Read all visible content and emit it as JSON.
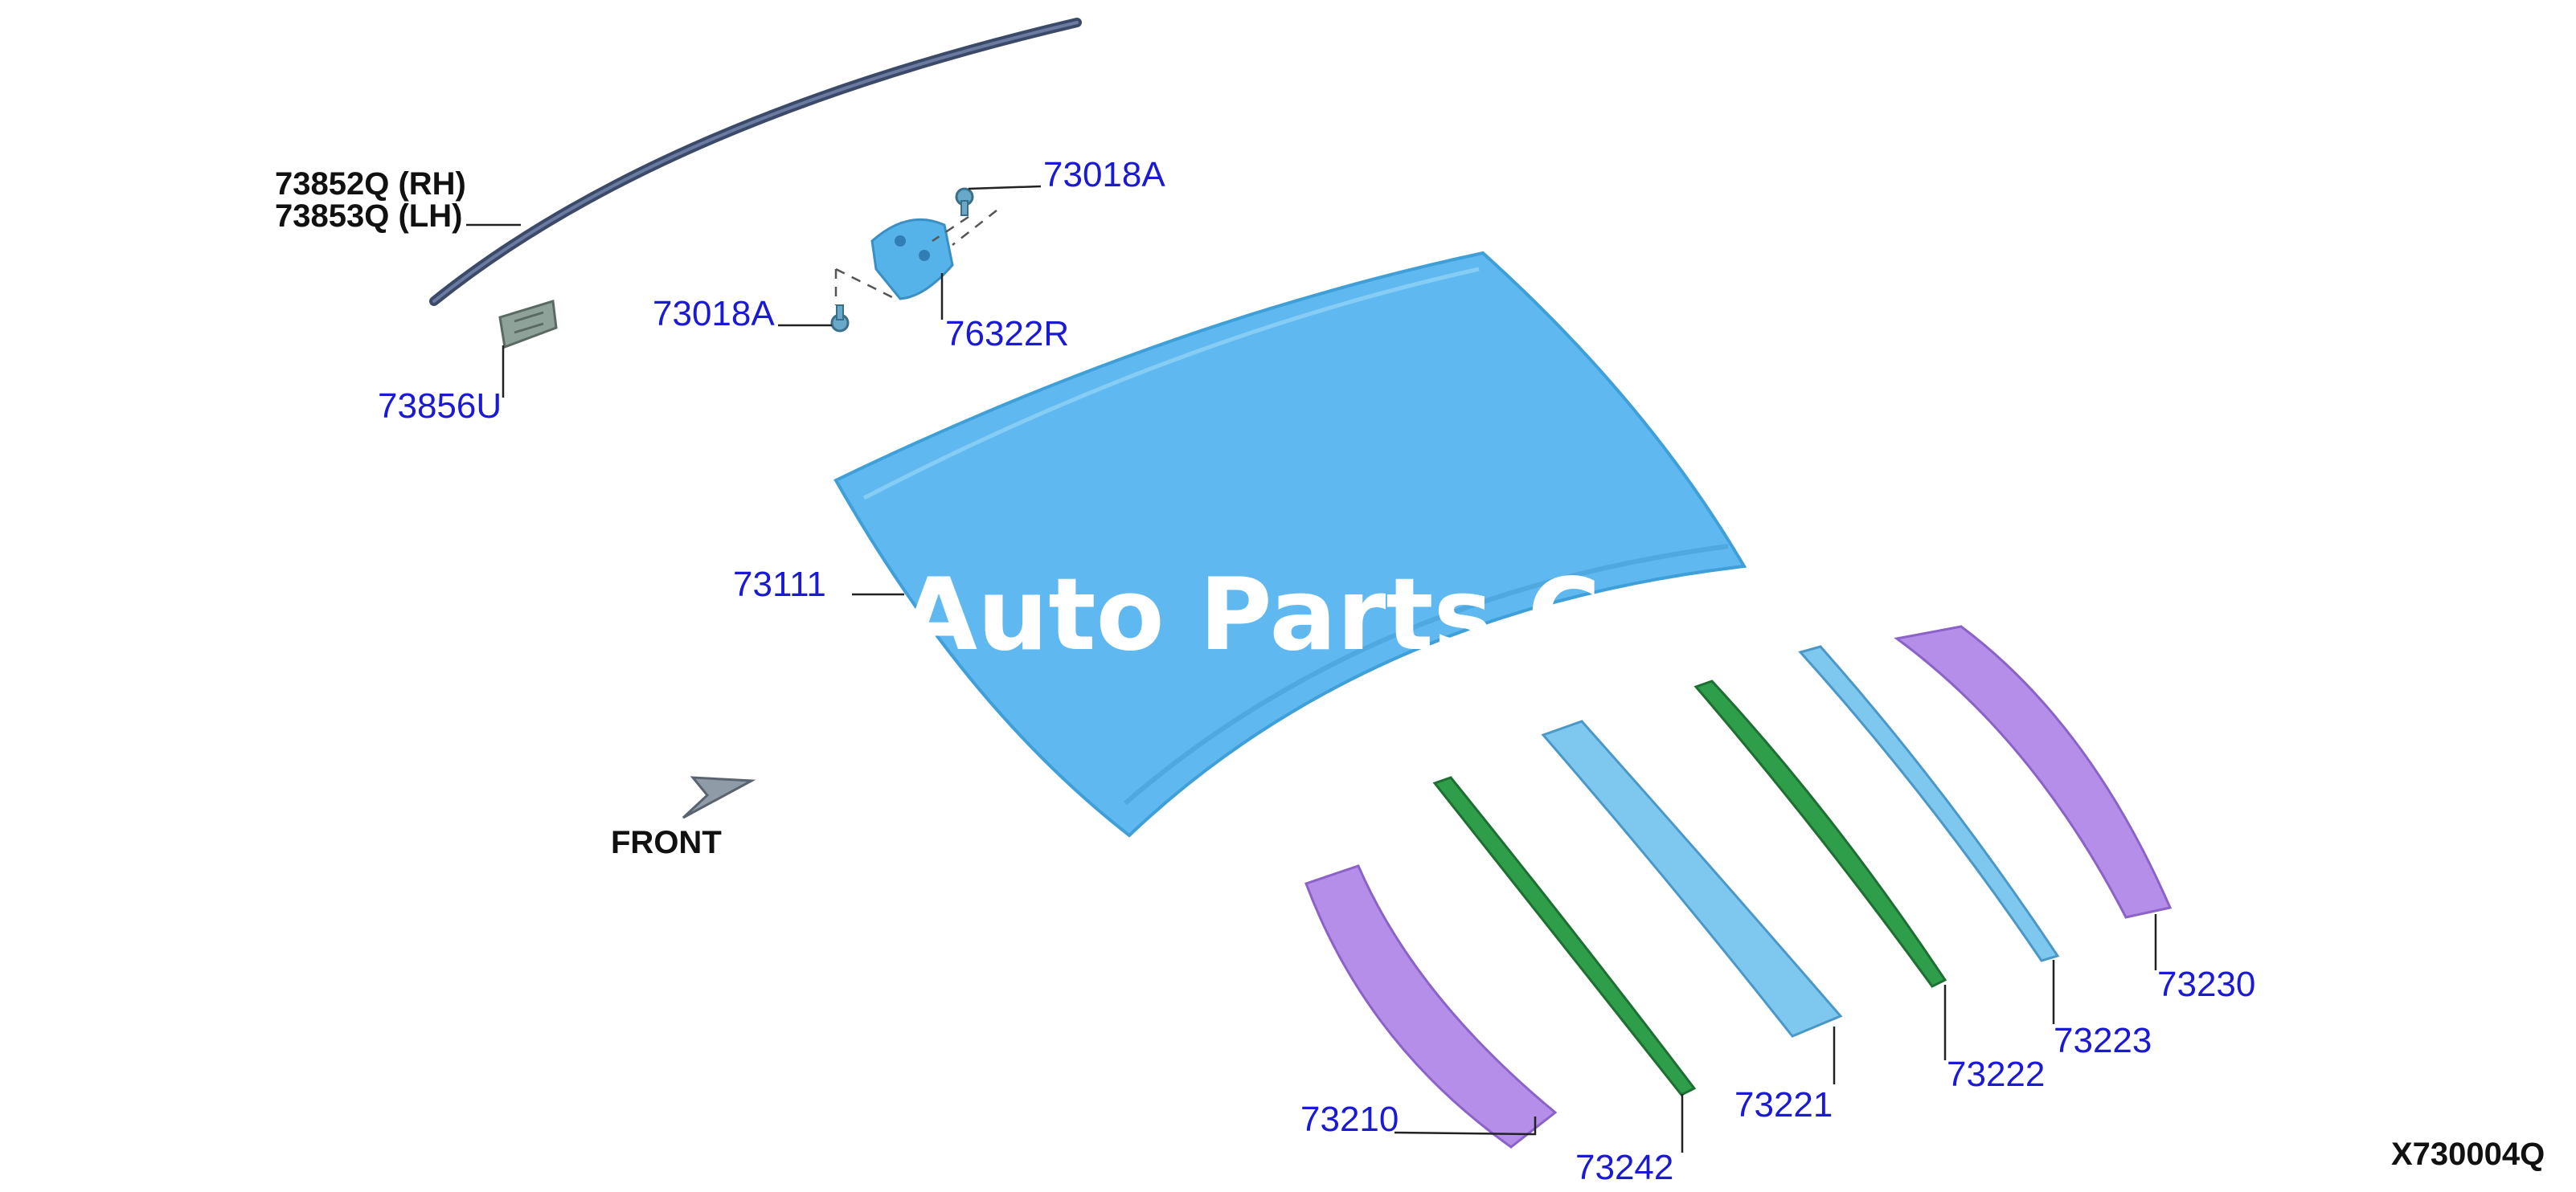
{
  "watermark": "Auto Parts Catal",
  "diagram_code": "X730004Q",
  "front_label": "FRONT",
  "labels": {
    "roof_molding_rh": "73852Q (RH)",
    "roof_molding_lh": "73853Q (LH)",
    "clip_73856u": "73856U",
    "bolt_upper": "73018A",
    "bolt_lower": "73018A",
    "bracket": "76322R",
    "roof_panel": "73111",
    "rail_73210": "73210",
    "rail_73242": "73242",
    "rail_73221": "73221",
    "rail_73222": "73222",
    "rail_73223": "73223",
    "rail_73230": "73230"
  },
  "colors": {
    "roof": "#5fb9f0",
    "roof_edge": "#3f9fd8",
    "rail_purple": "#b48ee8",
    "rail_green": "#2e9e4a",
    "rail_blue": "#7ec8f0",
    "molding": "#3c4a6a",
    "label_blue": "#1a1ad6"
  }
}
